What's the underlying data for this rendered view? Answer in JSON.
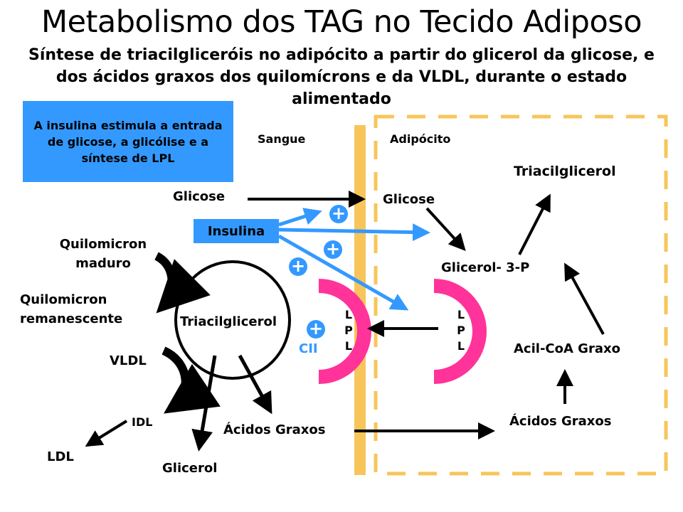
{
  "title": "Metabolismo dos TAG no Tecido Adiposo",
  "subtitle": "Síntese  de triacilgliceróis no adipócito a partir do glicerol da glicose, e dos ácidos graxos dos quilomícrons e da VLDL, durante o estado alimentado",
  "info_box": "A insulina estimula a entrada de glicose, a glicólise e a síntese de LPL",
  "labels": {
    "sangue": "Sangue",
    "adipocito": "Adipócito",
    "glicose_blood": "Glicose",
    "glicose_cell": "Glicose",
    "insulina": "Insulina",
    "triacilglicerol_cell": "Triacilglicerol",
    "quilomicron_maduro_1": "Quilomicron",
    "quilomicron_maduro_2": "maduro",
    "quilomicron_remanescente_1": "Quilomicron",
    "quilomicron_remanescente_2": "remanescente",
    "vldl": "VLDL",
    "idl": "IDL",
    "ldl": "LDL",
    "triacilglicerol_blood": "Triacilglicerol",
    "glicerol": "Glicerol",
    "acidos_graxos_blood": "Ácidos Graxos",
    "acidos_graxos_cell": "Ácidos Graxos",
    "glicerol_3p": "Glicerol- 3-P",
    "acil_coa": "Acil-CoA Graxo",
    "cii": "CII",
    "lpl_letters": [
      "L",
      "P",
      "L"
    ],
    "plus": "+"
  },
  "colors": {
    "blue": "#3399ff",
    "pink": "#ff3399",
    "membrane": "#f7c55a",
    "black": "#000000"
  }
}
